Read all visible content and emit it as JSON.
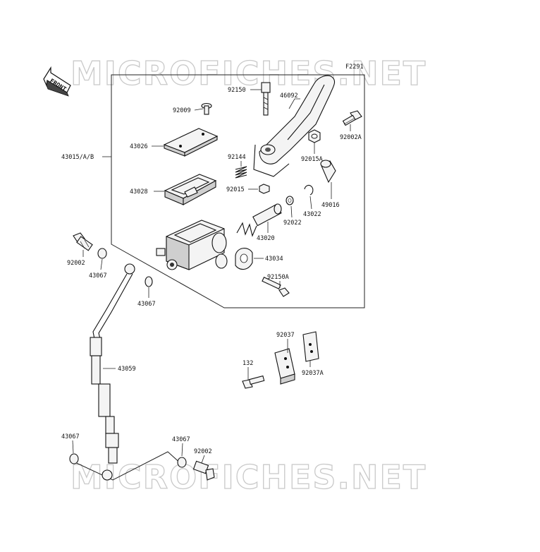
{
  "watermark": {
    "text": "MICROFICHES.NET"
  },
  "figure_code": "F2291",
  "front_arrow": {
    "label": "FRONT"
  },
  "parts": {
    "p92150": "92150",
    "p46092": "46092",
    "p92009": "92009",
    "p92002A": "92002A",
    "p43026": "43026",
    "p92015A": "92015A",
    "p43015AB": "43015/A/B",
    "p92144": "92144",
    "p92015": "92015",
    "p43028": "43028",
    "p49016": "49016",
    "p43022": "43022",
    "p92022": "92022",
    "p43020": "43020",
    "p92002_top": "92002",
    "p43067_a": "43067",
    "p43034": "43034",
    "p92150A": "92150A",
    "p43067_b": "43067",
    "p92037": "92037",
    "p43059": "43059",
    "p132": "132",
    "p92037A": "92037A",
    "p43067_c": "43067",
    "p43067_d": "43067",
    "p92002_bot": "92002"
  }
}
